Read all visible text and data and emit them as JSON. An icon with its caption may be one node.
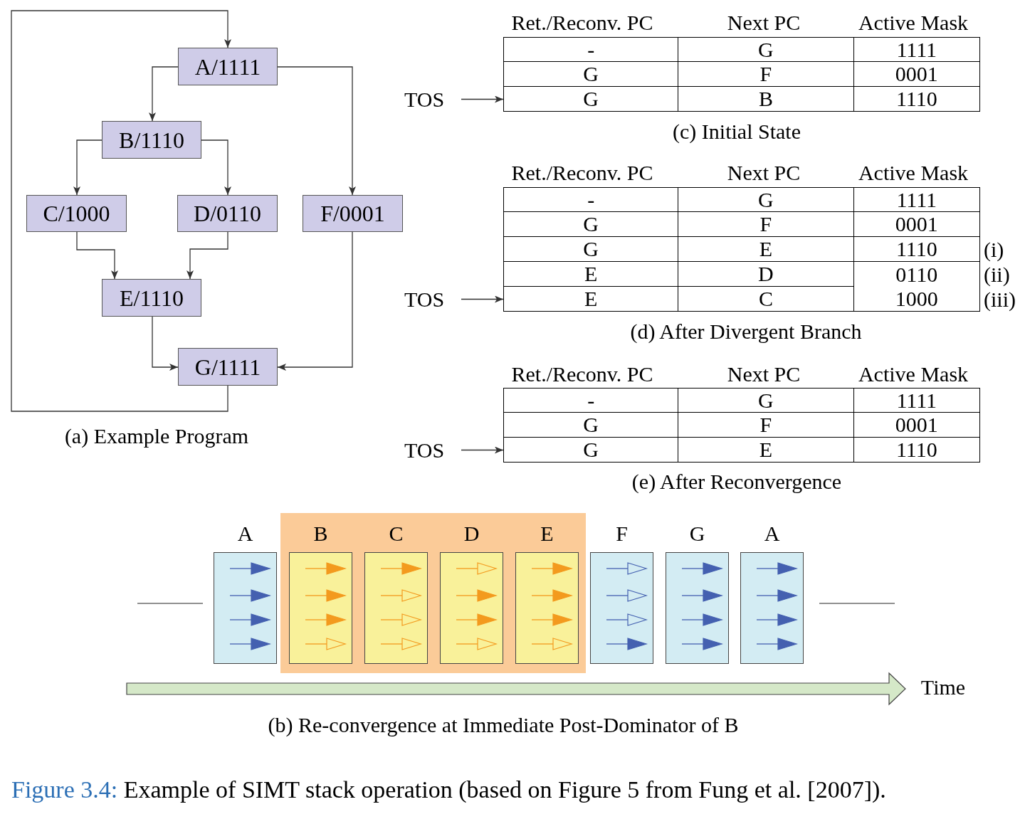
{
  "diagram": {
    "caption": "Figure 3.4: Example of SIMT stack operation (based on Figure 5 from Fung et al. [2007]).",
    "nodes": [
      {
        "text": [
          "A/1111"
        ]
      },
      {
        "text": [
          "B/1110"
        ]
      },
      {
        "text": [
          "C/1000"
        ]
      },
      {
        "text": [
          "D/0110"
        ]
      },
      {
        "text": [
          "F/0001"
        ]
      },
      {
        "text": [
          "E/1110"
        ]
      },
      {
        "text": [
          "G/1111"
        ]
      },
      {
        "text": [
          "-",
          "G",
          "1111"
        ]
      },
      {
        "text": [
          "G",
          "F",
          "0001"
        ]
      },
      {
        "text": [
          "G",
          "B",
          "1110"
        ]
      },
      {
        "text": [
          "TOS"
        ]
      },
      {
        "text": [
          "-",
          "G",
          "1111"
        ]
      },
      {
        "text": [
          "G",
          "F",
          "0001"
        ]
      },
      {
        "text": [
          "G",
          "E",
          "1110"
        ],
        "beside": [
          "(i)"
        ]
      },
      {
        "text": [
          "E",
          "D",
          "0110"
        ],
        "beside": [
          "(ii)"
        ]
      },
      {
        "text": [
          "E",
          "C",
          "1000"
        ],
        "beside": [
          "(iii)"
        ]
      },
      {
        "text": [
          "TOS"
        ]
      },
      {
        "text": [
          "-",
          "G",
          "1111"
        ]
      },
      {
        "text": [
          "G",
          "F",
          "0001"
        ]
      },
      {
        "text": [
          "G",
          "E",
          "1110"
        ]
      },
      {
        "text": [
          "TOS"
        ]
      },
      {
        "text": [],
        "shape": "box"
      },
      {
        "text": [
          "A"
        ]
      },
      {
        "text": [
          "B"
        ],
        "in": 21
      },
      {
        "text": [
          "C"
        ],
        "in": 21
      },
      {
        "text": [
          "D"
        ],
        "in": 21
      },
      {
        "text": [
          "E"
        ],
        "in": 21
      },
      {
        "text": [
          "F"
        ]
      },
      {
        "text": [
          "G"
        ]
      },
      {
        "text": [
          "A"
        ]
      }
    ],
    "edges": [
      {
        "from": 0,
        "to": 1,
        "arrow": "to"
      },
      {
        "from": 0,
        "to": 4,
        "arrow": "to"
      },
      {
        "from": 1,
        "to": 2,
        "arrow": "to"
      },
      {
        "from": 1,
        "to": 3,
        "arrow": "to"
      },
      {
        "from": 2,
        "to": 5,
        "arrow": "to"
      },
      {
        "from": 3,
        "to": 5,
        "arrow": "to"
      },
      {
        "from": 5,
        "to": 6,
        "arrow": "to"
      },
      {
        "from": 4,
        "to": 6,
        "arrow": "to"
      },
      {
        "from": 6,
        "to": 0,
        "arrow": "to"
      },
      {
        "from": 10,
        "to": 9,
        "arrow": "to"
      },
      {
        "from": 16,
        "to": 15,
        "arrow": "to"
      },
      {
        "from": 20,
        "to": 19,
        "arrow": "to"
      }
    ],
    "labels": [
      "Ret./Reconv. PC",
      "Next PC",
      "Active Mask",
      "(c) Initial State",
      "Ret./Reconv. PC",
      "Next PC",
      "Active Mask",
      "(d) After Divergent Branch",
      "(a) Example Program",
      "Ret./Reconv. PC",
      "Next PC",
      "Active Mask",
      "(e) After Reconvergence",
      "Time",
      "(b) Re-convergence at Immediate Post-Dominator of B"
    ]
  }
}
